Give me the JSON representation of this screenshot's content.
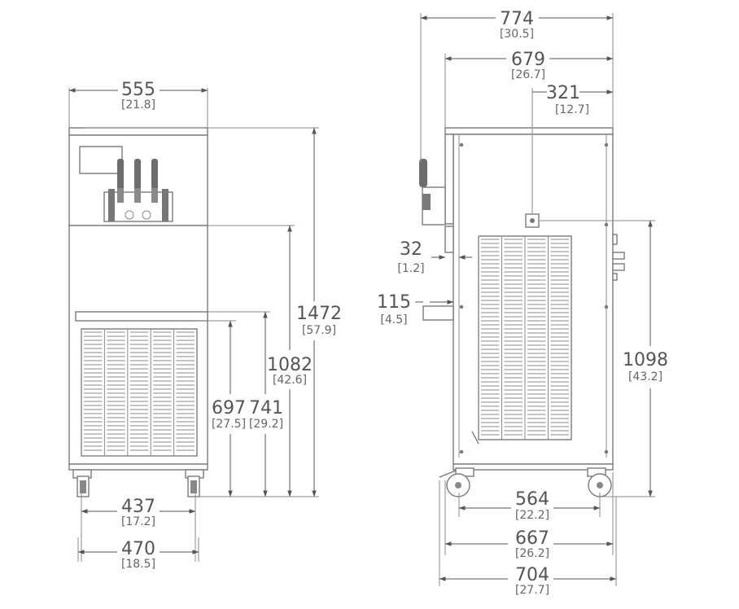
{
  "colors": {
    "line": "#6f6f6f",
    "text": "#555555",
    "background": "#ffffff"
  },
  "front_view": {
    "dims": [
      {
        "id": "width_555",
        "value": "555",
        "inch": "[21.8]"
      },
      {
        "id": "height_1472",
        "value": "1472",
        "inch": "[57.9]"
      },
      {
        "id": "height_1082",
        "value": "1082",
        "inch": "[42.6]"
      },
      {
        "id": "height_741",
        "value": "741",
        "inch": "[29.2]"
      },
      {
        "id": "height_697",
        "value": "697",
        "inch": "[27.5]"
      },
      {
        "id": "width_437",
        "value": "437",
        "inch": "[17.2]"
      },
      {
        "id": "width_470",
        "value": "470",
        "inch": "[18.5]"
      }
    ]
  },
  "side_view": {
    "dims": [
      {
        "id": "depth_774",
        "value": "774",
        "inch": "[30.5]"
      },
      {
        "id": "depth_679",
        "value": "679",
        "inch": "[26.7]"
      },
      {
        "id": "offset_321",
        "value": "321",
        "inch": "[12.7]"
      },
      {
        "id": "offset_32",
        "value": "32",
        "inch": "[1.2]"
      },
      {
        "id": "offset_115",
        "value": "115",
        "inch": "[4.5]"
      },
      {
        "id": "height_1098",
        "value": "1098",
        "inch": "[43.2]"
      },
      {
        "id": "depth_564",
        "value": "564",
        "inch": "[22.2]"
      },
      {
        "id": "depth_667",
        "value": "667",
        "inch": "[26.2]"
      },
      {
        "id": "depth_704",
        "value": "704",
        "inch": "[27.7]"
      }
    ]
  }
}
